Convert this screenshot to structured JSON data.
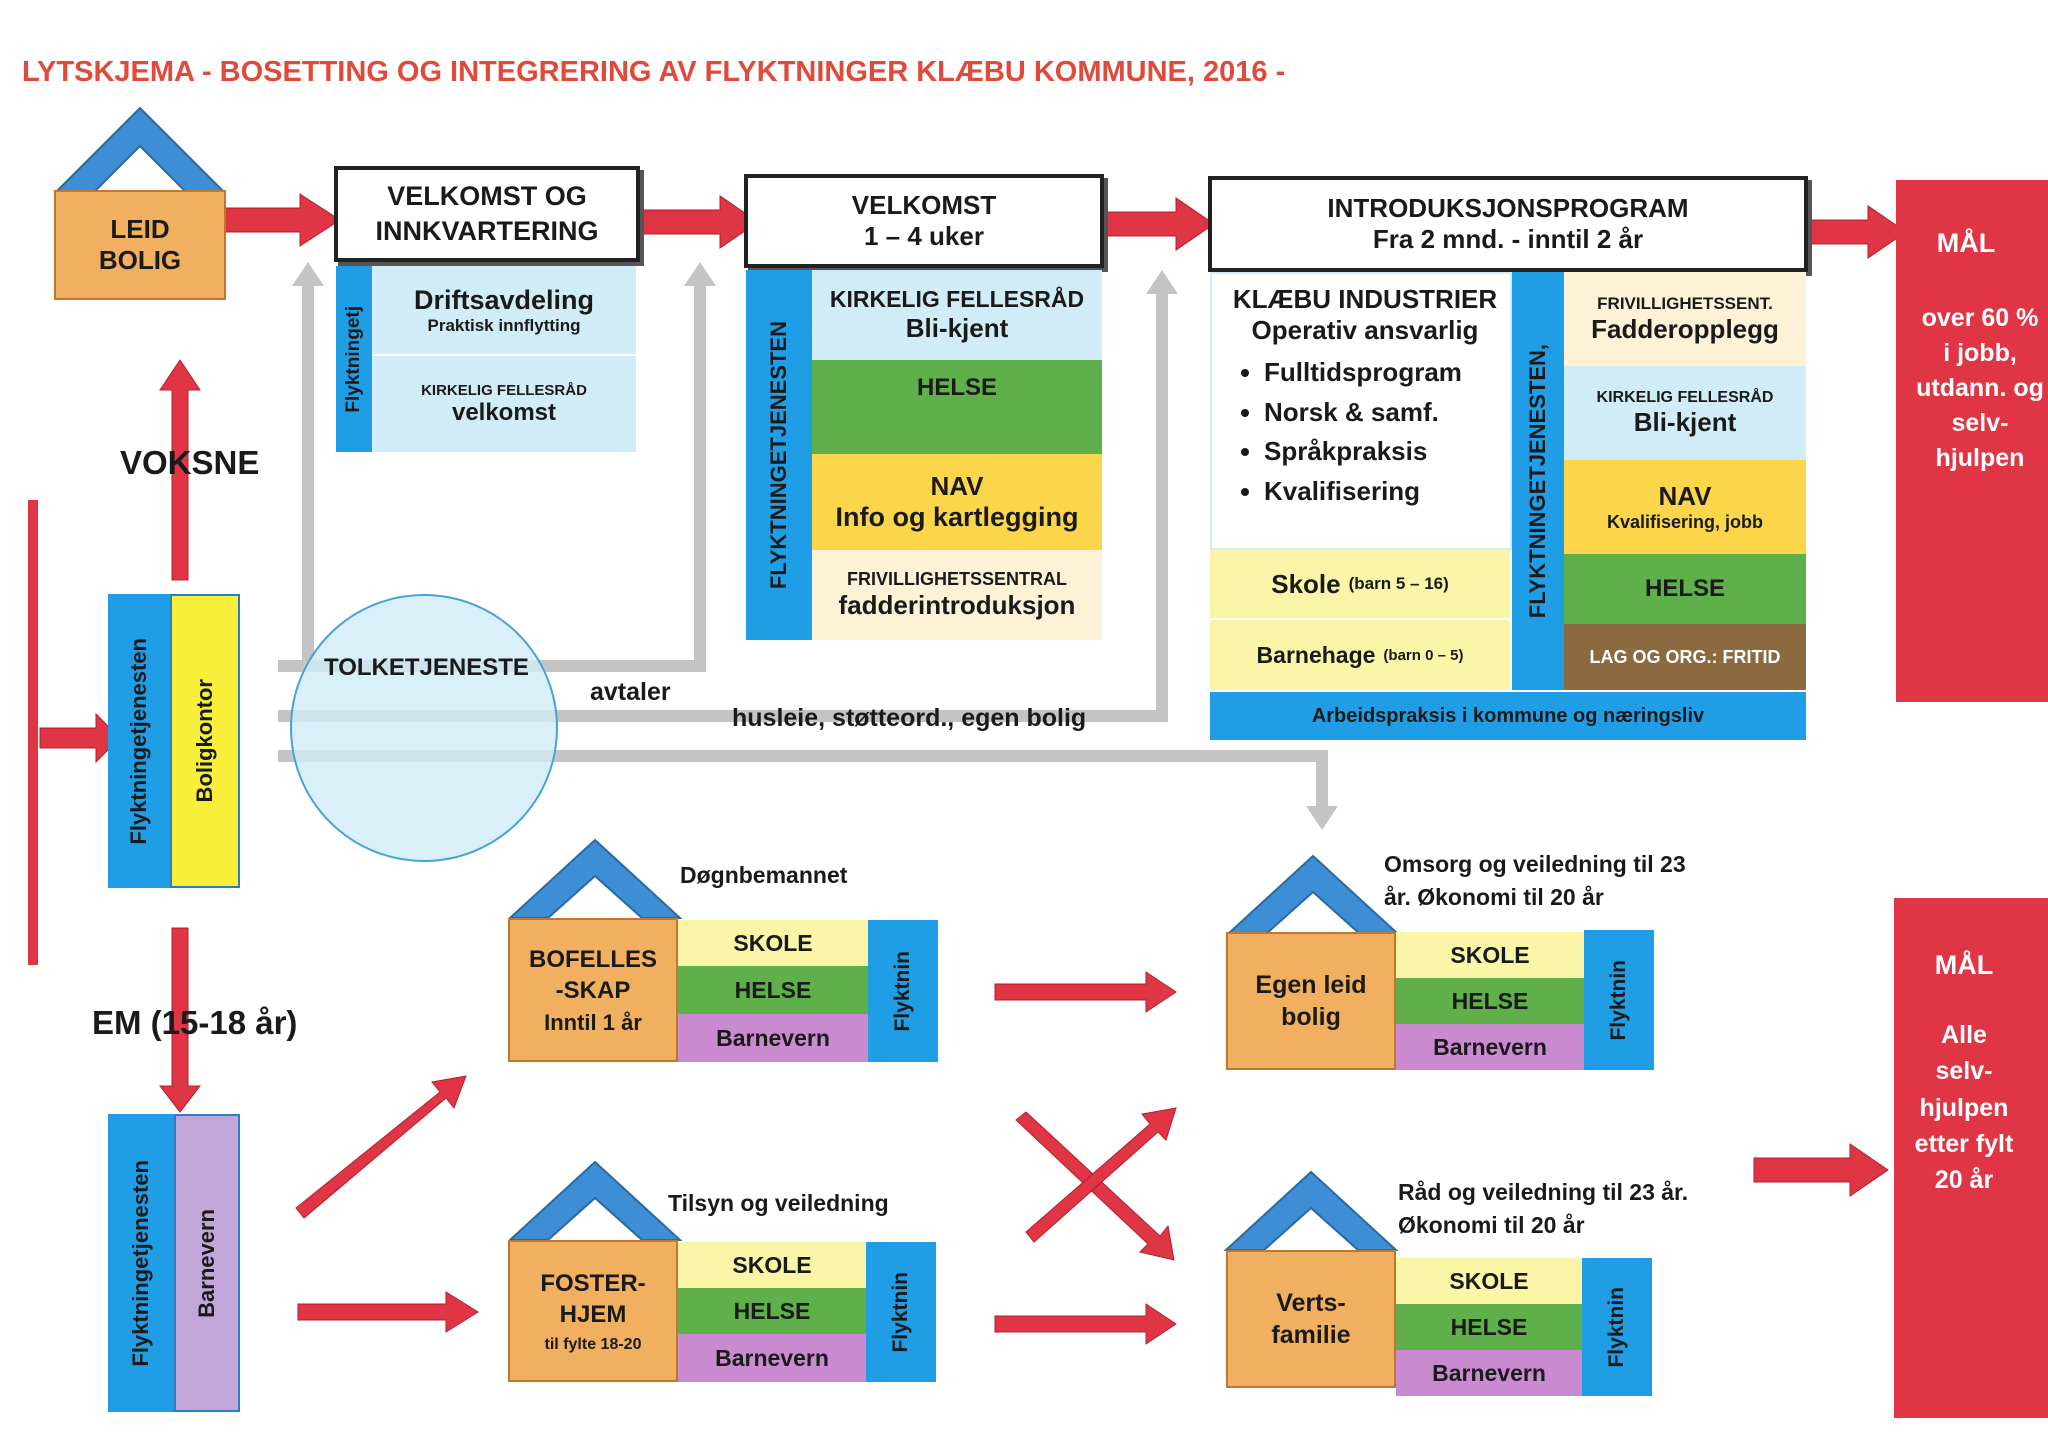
{
  "title": "LYTSKJEMA - BOSETTING OG INTEGRERING AV FLYKTNINGER KLÆBU KOMMUNE, 2016 -",
  "leid_bolig": "LEID BOLIG",
  "velkomst_innkvartering": {
    "title": "VELKOMST OG INNKVARTERING",
    "side": "Flyktningetj",
    "drift_title": "Driftsavdeling",
    "drift_sub": "Praktisk innflytting",
    "kirkelig_small": "KIRKELIG FELLESRÅD",
    "kirkelig_label": "velkomst"
  },
  "velkomst": {
    "title": "VELKOMST",
    "subtitle": "1 – 4 uker",
    "side": "FLYKTNINGETJENESTEN",
    "kirkelig": "KIRKELIG FELLESRÅD",
    "bli_kjent": "Bli-kjent",
    "helse": "HELSE",
    "nav": "NAV",
    "nav_sub": "Info og kartlegging",
    "friv": "FRIVILLIGHETSSENTRAL",
    "friv_sub": "fadderintroduksjon"
  },
  "intro": {
    "title": "INTRODUKSJONSPROGRAM",
    "subtitle": "Fra 2 mnd. - inntil 2 år",
    "industrier": "KLÆBU INDUSTRIER",
    "operativ": "Operativ ansvarlig",
    "bullets": [
      "Fulltidsprogram",
      "Norsk & samf.",
      "Språkpraksis",
      "Kvalifisering"
    ],
    "skole": "Skole",
    "skole_sub": "(barn 5 – 16)",
    "barnehage": "Barnehage",
    "barnehage_sub": "(barn 0 – 5)",
    "side": "FLYKTNINGETJENESTEN,",
    "friv_small": "FRIVILLIGHETSSENT.",
    "fadder": "Fadderopplegg",
    "kirkelig": "KIRKELIG FELLESRÅD",
    "bli_kjent": "Bli-kjent",
    "nav": "NAV",
    "nav_sub": "Kvalifisering, jobb",
    "helse": "HELSE",
    "lag": "LAG OG ORG.: FRITID",
    "arbeid": "Arbeidspraksis i kommune og næringsliv"
  },
  "mal1": {
    "title": "MÅL",
    "text": "over 60 % i jobb, utdann. og selv-hjulpen"
  },
  "mal2": {
    "title": "MÅL",
    "text": "Alle selv-hjulpen etter fylt 20 år"
  },
  "voksne": "VOKSNE",
  "em": "EM (15-18 år)",
  "left_col": {
    "flyktning": "Flyktningetjenesten",
    "boligkontor": "Boligkontor"
  },
  "left_col2": {
    "flyktning": "Flyktningetjenesten",
    "barnevern": "Barnevern"
  },
  "tolk": "TOLKETJENESTE",
  "avtaler": "avtaler",
  "husleie": "husleie, støtteord., egen bolig",
  "bofelles": {
    "label": "BOFELLES -SKAP",
    "sub": "Inntil 1 år",
    "note": "Døgnbemannet",
    "skole": "SKOLE",
    "helse": "HELSE",
    "barnevern": "Barnevern",
    "side": "Flyktnin"
  },
  "foster": {
    "label": "FOSTER- HJEM",
    "sub": "til fylte 18-20",
    "note": "Tilsyn og veiledning",
    "skole": "SKOLE",
    "helse": "HELSE",
    "barnevern": "Barnevern",
    "side": "Flyktnin"
  },
  "egen": {
    "label": "Egen leid bolig",
    "note": "Omsorg og veiledning til 23 år. Økonomi til 20 år",
    "skole": "SKOLE",
    "helse": "HELSE",
    "barnevern": "Barnevern",
    "side": "Flyktnin"
  },
  "verts": {
    "label": "Verts- familie",
    "note": "Råd og veiledning til 23 år. Økonomi til 20 år",
    "skole": "SKOLE",
    "helse": "HELSE",
    "barnevern": "Barnevern",
    "side": "Flyktnin"
  }
}
